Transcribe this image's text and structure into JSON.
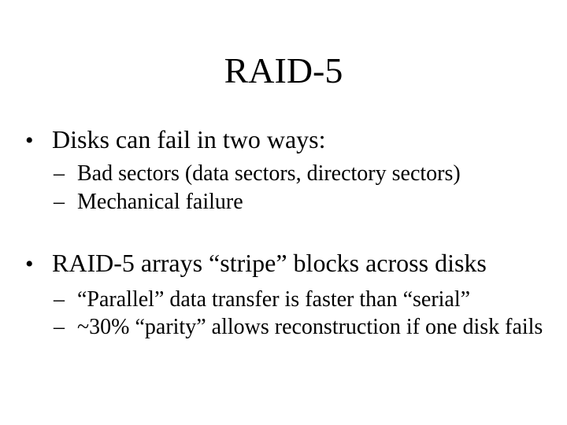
{
  "slide": {
    "background_color": "#ffffff",
    "text_color": "#000000",
    "title": "RAID-5",
    "bullets": [
      {
        "marker": "•",
        "text": "Disks can fail in two ways:",
        "sub": [
          {
            "marker": "–",
            "text": "Bad sectors (data sectors, directory sectors)"
          },
          {
            "marker": "–",
            "text": "Mechanical failure"
          }
        ]
      },
      {
        "marker": "•",
        "text": "RAID-5 arrays “stripe” blocks across disks",
        "sub": [
          {
            "marker": "–",
            "text": "“Parallel” data transfer is faster than “serial”"
          },
          {
            "marker": "–",
            "text": "~30% “parity” allows reconstruction if one disk fails"
          }
        ]
      }
    ]
  }
}
